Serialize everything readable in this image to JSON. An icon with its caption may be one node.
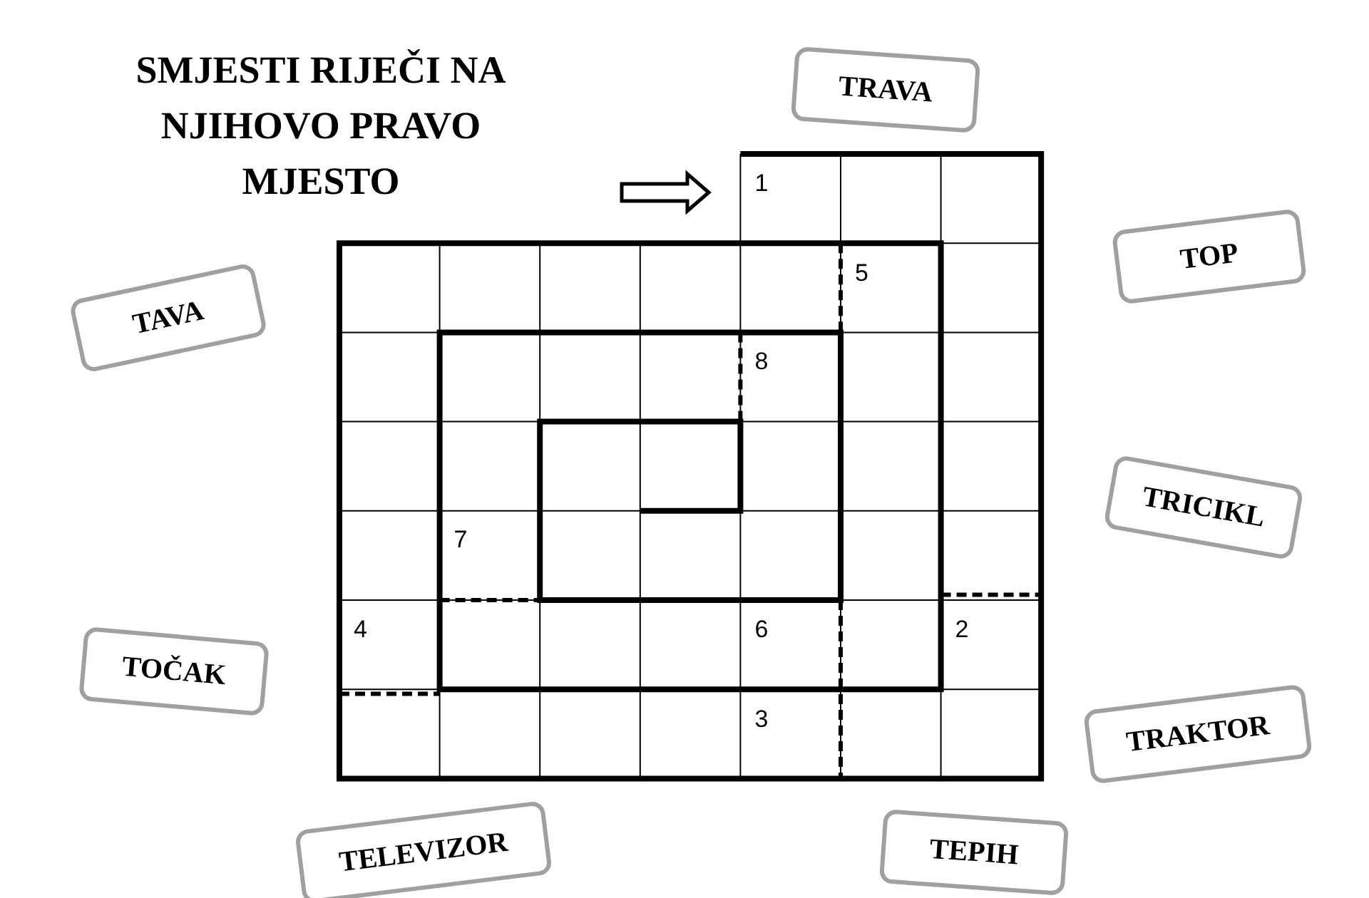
{
  "diagram": {
    "title": "SMJESTI RIJEČI NA NJIHOVO PRAVO MJESTO",
    "nodes": [
      {
        "text": [
          "TRAVA"
        ]
      },
      {
        "text": [
          "TAVA"
        ]
      },
      {
        "text": [
          "TOP"
        ]
      },
      {
        "text": [
          "TRICIKL"
        ]
      },
      {
        "text": [
          "TOČAK"
        ]
      },
      {
        "text": [
          "TRAKTOR"
        ]
      },
      {
        "text": [
          "TELEVIZOR"
        ]
      },
      {
        "text": [
          "TEPIH"
        ]
      }
    ],
    "labels": [
      "1",
      "5",
      "8",
      "7",
      "4",
      "6",
      "2",
      "3"
    ]
  }
}
